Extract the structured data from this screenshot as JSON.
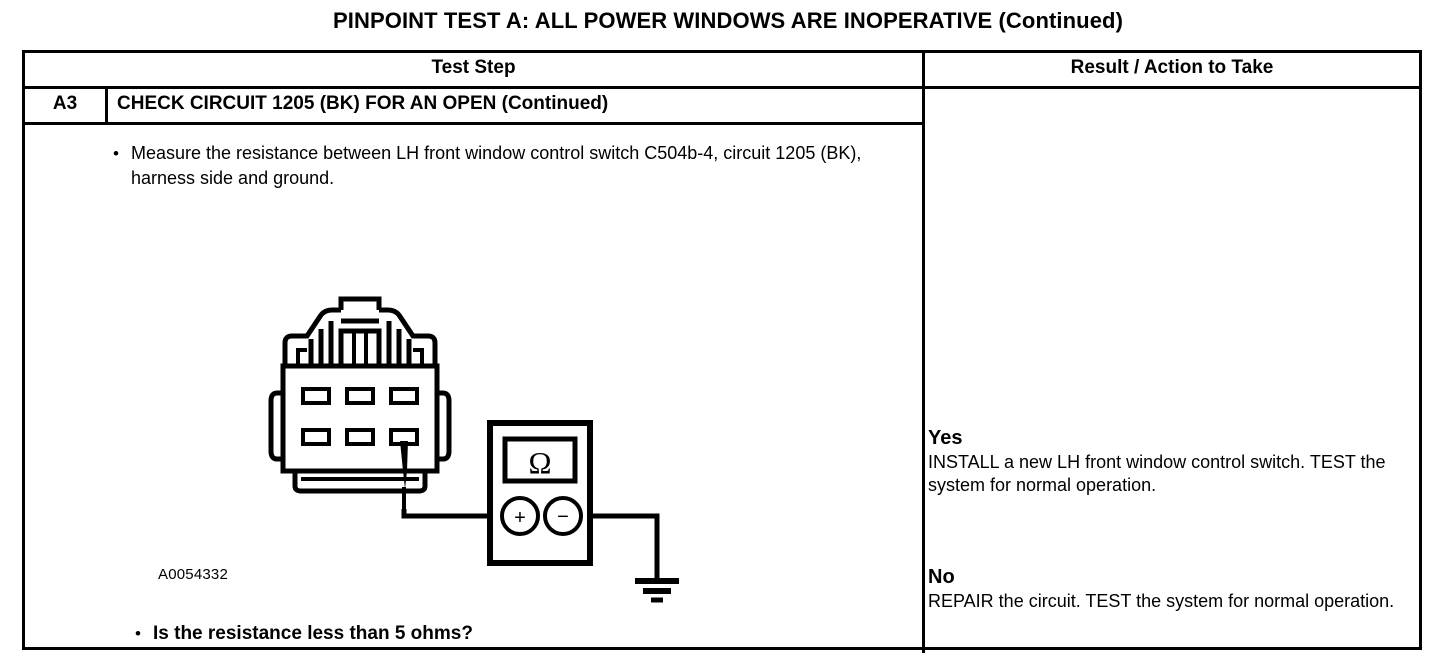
{
  "document": {
    "title": "PINPOINT TEST  A: ALL POWER WINDOWS ARE INOPERATIVE (Continued)"
  },
  "table": {
    "headers": {
      "test_step": "Test Step",
      "result_action": "Result / Action to Take"
    },
    "step": {
      "id": "A3",
      "title": "CHECK CIRCUIT 1205 (BK) FOR AN OPEN (Continued)"
    },
    "test_step_cell": {
      "instruction": "Measure the resistance between LH front window control switch C504b-4, circuit 1205 (BK), harness side and ground.",
      "question": "Is the resistance less than 5 ohms?",
      "figure_id": "A0054332",
      "figure": {
        "meter_symbol": "Ω",
        "positive_terminal": "+",
        "negative_terminal": "−",
        "connector_cavity_rows": 2,
        "connector_cavity_columns": 3,
        "probed_cavity": "bottom-right"
      }
    },
    "results": [
      {
        "label": "Yes",
        "text": "INSTALL a new LH front window control switch. TEST the system for normal operation."
      },
      {
        "label": "No",
        "text": "REPAIR the circuit. TEST the system for normal operation."
      }
    ]
  },
  "colors": {
    "ink": "#000000",
    "paper": "#ffffff"
  }
}
